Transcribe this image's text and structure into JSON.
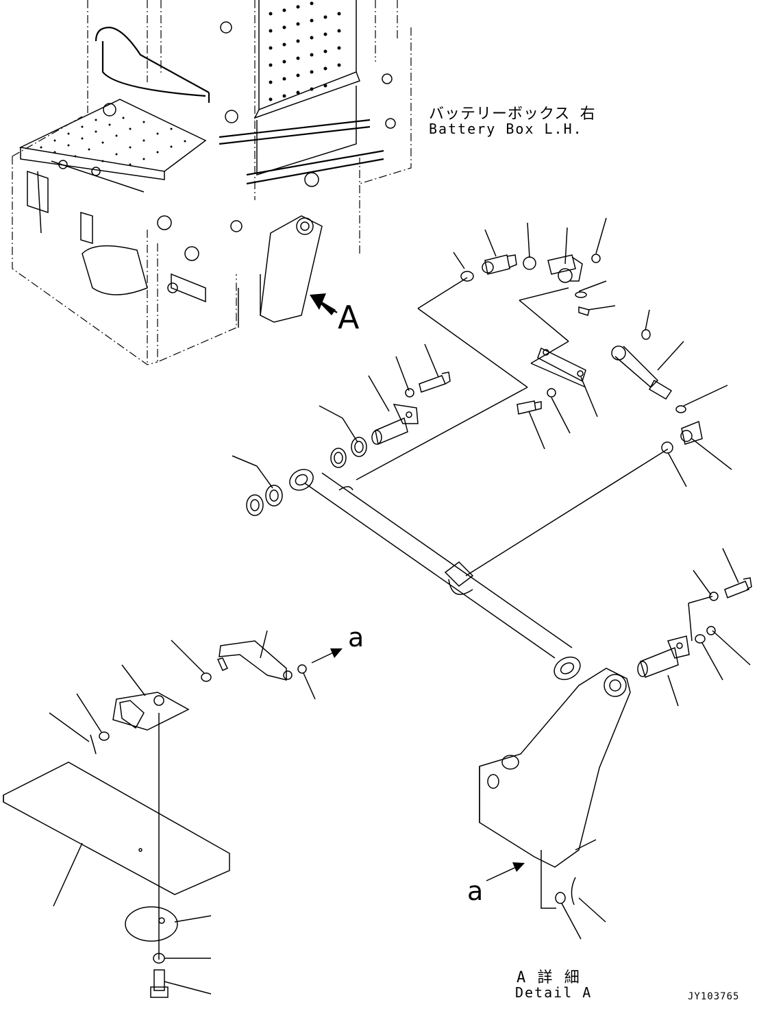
{
  "labels": {
    "battery_box_jp": "バッテリーボックス 右",
    "battery_box_en": "Battery Box L.H.",
    "view_a": "A",
    "ref_a_top": "a",
    "ref_a_bottom": "a",
    "detail_jp": "A 詳 細",
    "detail_en": "Detail A",
    "drawing_id": "JY103765"
  }
}
